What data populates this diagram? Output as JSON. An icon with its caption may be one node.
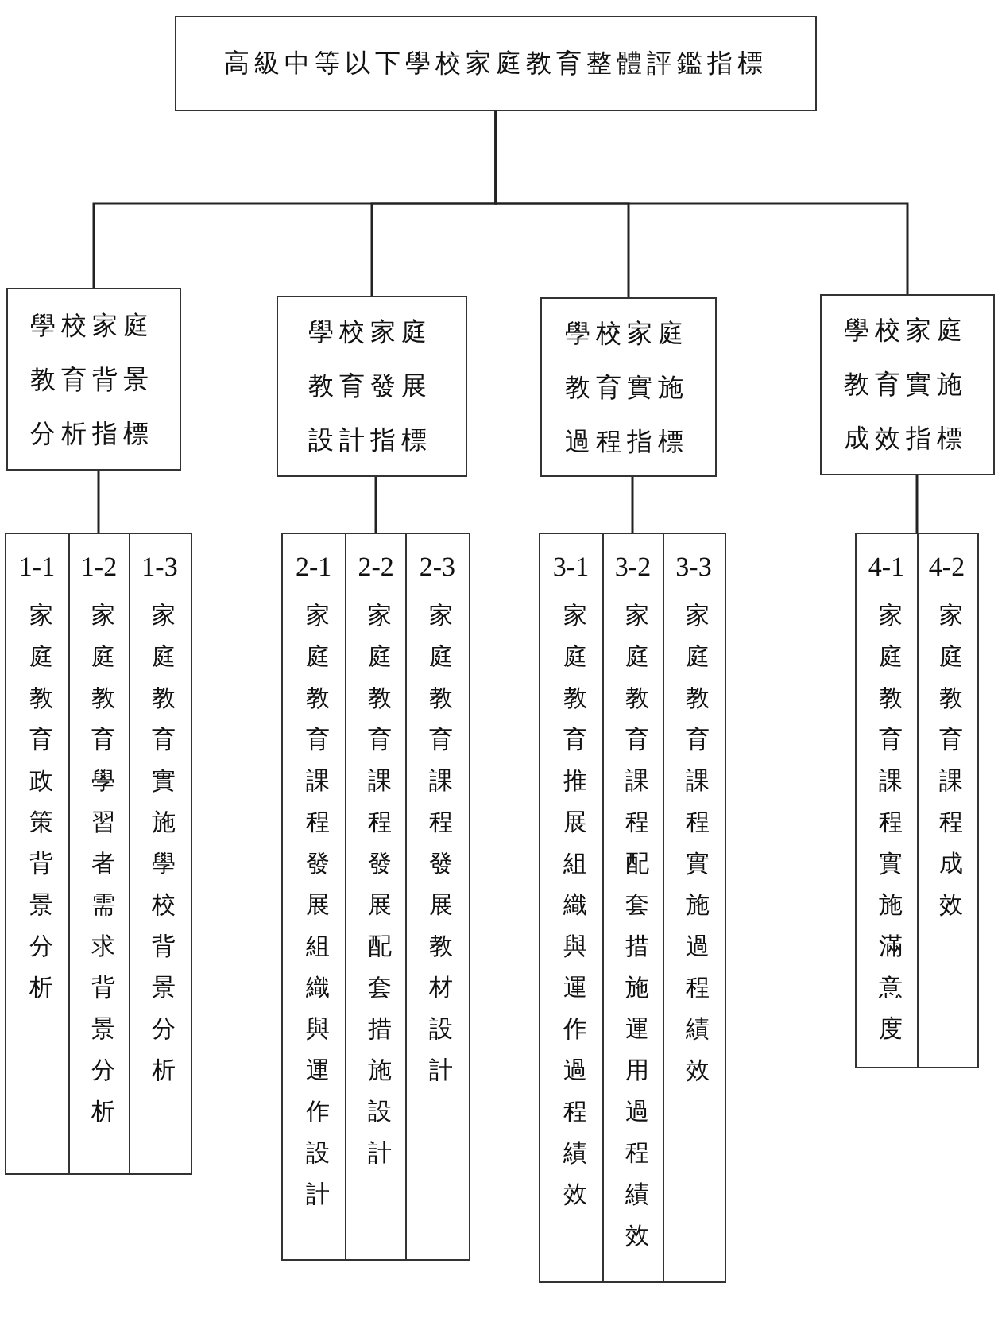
{
  "diagram": {
    "nodes": [
      {
        "text": [
          "高級中等以下學校家庭教育整體評鑑指標"
        ]
      },
      {
        "text": [
          "學校家庭教育背景分析指標"
        ]
      },
      {
        "text": [
          "學校家庭教育發展設計指標"
        ]
      },
      {
        "text": [
          "學校家庭教育實施過程指標"
        ]
      },
      {
        "text": [
          "學校家庭教育實施成效指標"
        ]
      },
      {
        "text": [],
        "shape": "box"
      },
      {
        "text": [
          "1-1",
          "家庭教育政策背景分析"
        ],
        "in": 5
      },
      {
        "text": [
          "1-2",
          "家庭教育學習者需求背景分析"
        ],
        "in": 5
      },
      {
        "text": [
          "1-3",
          "家庭教育實施學校背景分析"
        ],
        "in": 5
      },
      {
        "text": [],
        "shape": "box"
      },
      {
        "text": [
          "2-1",
          "家庭教育課程發展組織與運作設計"
        ],
        "in": 9
      },
      {
        "text": [
          "2-2",
          "家庭教育課程發展配套措施設計"
        ],
        "in": 9
      },
      {
        "text": [
          "2-3",
          "家庭教育課程發展教材設計"
        ],
        "in": 9
      },
      {
        "text": [],
        "shape": "box"
      },
      {
        "text": [
          "3-1",
          "家庭教育推展組織與運作過程績效"
        ],
        "in": 13
      },
      {
        "text": [
          "3-2",
          "家庭教育課程配套措施運用過程績效"
        ],
        "in": 13
      },
      {
        "text": [
          "3-3",
          "家庭教育課程實施過程績效"
        ],
        "in": 13
      },
      {
        "text": [],
        "shape": "box"
      },
      {
        "text": [
          "4-1",
          "家庭教育課程實施滿意度"
        ],
        "in": 17
      },
      {
        "text": [
          "4-2",
          "家庭教育課程成效"
        ],
        "in": 17
      }
    ],
    "edges": [
      {
        "from": 0,
        "to": 1,
        "arrow": "none"
      },
      {
        "from": 0,
        "to": 2,
        "arrow": "none"
      },
      {
        "from": 0,
        "to": 3,
        "arrow": "none"
      },
      {
        "from": 0,
        "to": 4,
        "arrow": "none"
      },
      {
        "from": 1,
        "to": 5,
        "arrow": "none"
      },
      {
        "from": 2,
        "to": 9,
        "arrow": "none"
      },
      {
        "from": 3,
        "to": 13,
        "arrow": "none"
      },
      {
        "from": 4,
        "to": 17,
        "arrow": "none"
      }
    ]
  }
}
